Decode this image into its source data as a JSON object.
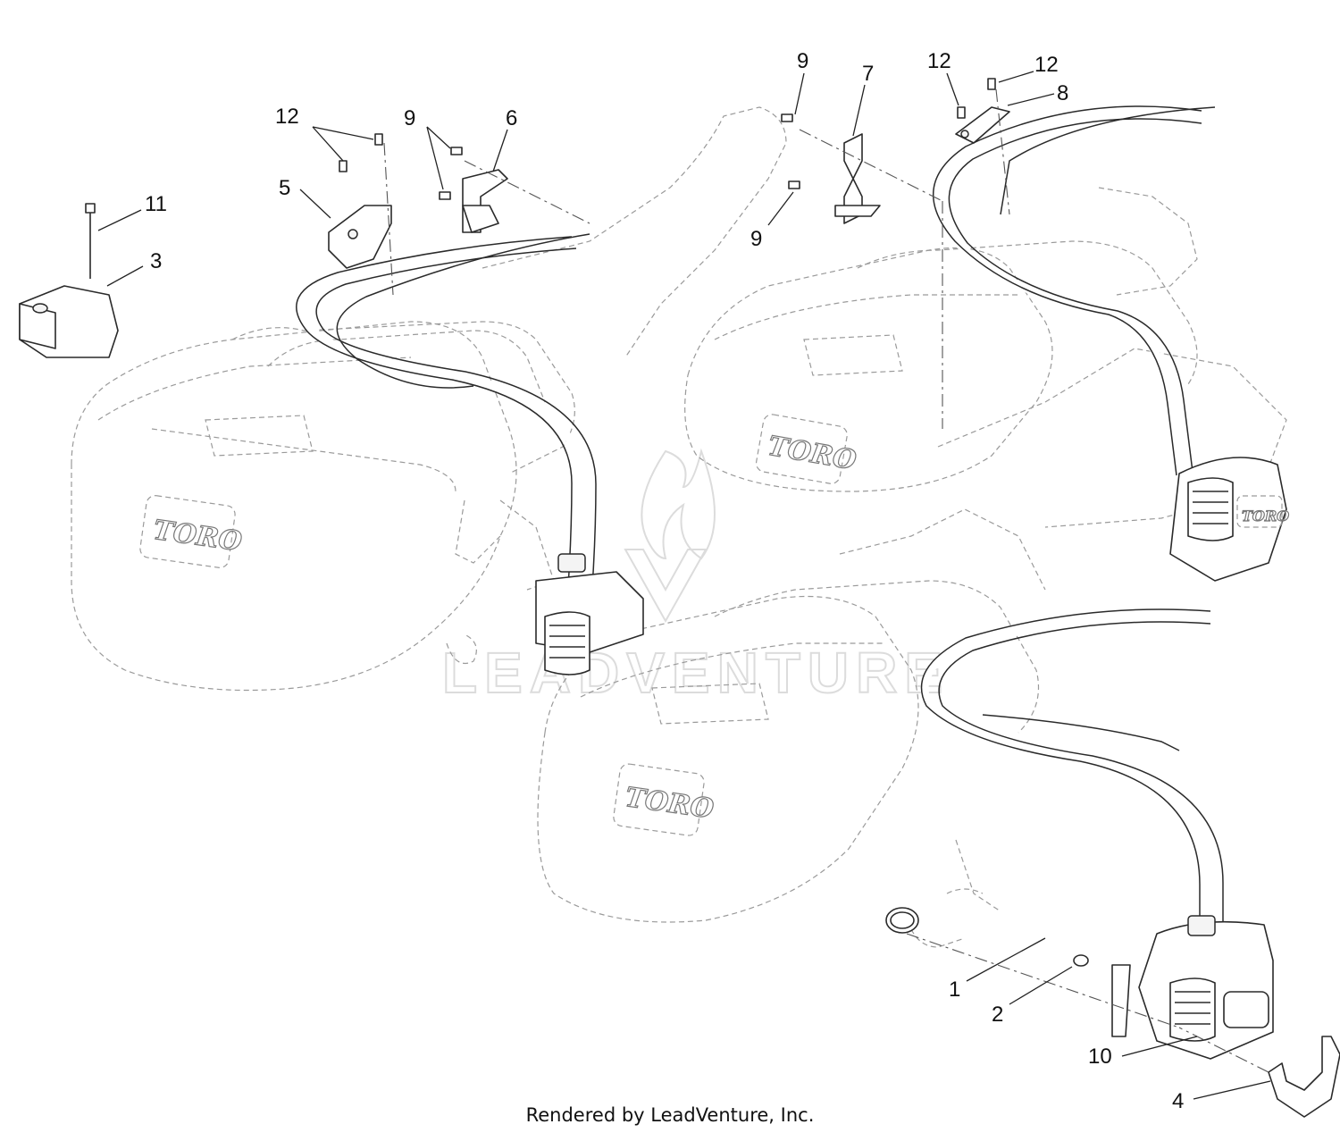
{
  "footer": {
    "credit": "Rendered by LeadVenture, Inc."
  },
  "watermark": {
    "text": "LEADVENTURE"
  },
  "brand_logos": [
    "TORO",
    "TORO",
    "TORO",
    "TORO"
  ],
  "callouts": [
    {
      "id": "c1",
      "text": "1"
    },
    {
      "id": "c2",
      "text": "2"
    },
    {
      "id": "c3",
      "text": "3"
    },
    {
      "id": "c4",
      "text": "4"
    },
    {
      "id": "c5",
      "text": "5"
    },
    {
      "id": "c6",
      "text": "6"
    },
    {
      "id": "c7",
      "text": "7"
    },
    {
      "id": "c8",
      "text": "8"
    },
    {
      "id": "c9a",
      "text": "9"
    },
    {
      "id": "c9b",
      "text": "9"
    },
    {
      "id": "c9c",
      "text": "9"
    },
    {
      "id": "c9d",
      "text": "9"
    },
    {
      "id": "c10",
      "text": "10"
    },
    {
      "id": "c11",
      "text": "11"
    },
    {
      "id": "c12a",
      "text": "12"
    },
    {
      "id": "c12b",
      "text": "12"
    },
    {
      "id": "c12c",
      "text": "12"
    }
  ],
  "colors": {
    "line": "#2a2a2a",
    "ghost": "#9a9a9a",
    "watermark": "#dcdcdc"
  }
}
